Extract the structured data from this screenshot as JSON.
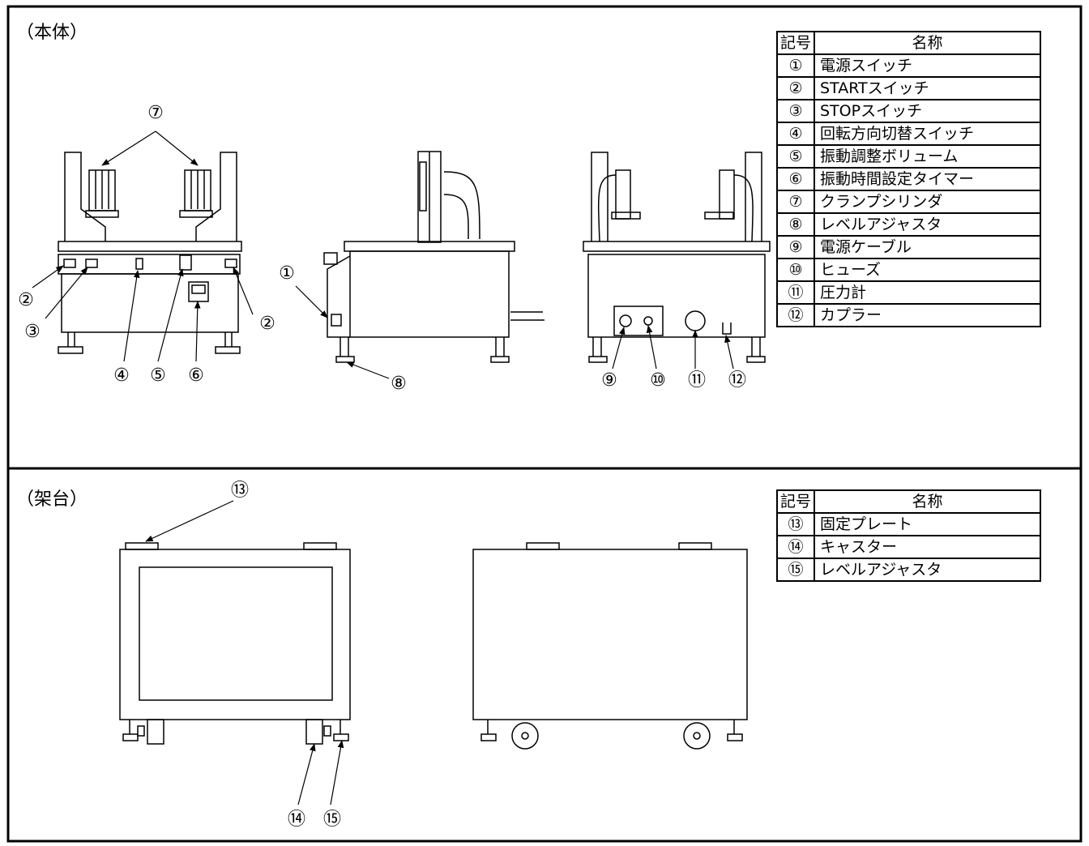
{
  "sections": {
    "main_unit_title": "（本体）",
    "stand_title": "（架台）"
  },
  "table_headers": {
    "symbol": "記号",
    "name": "名称"
  },
  "main_parts": [
    {
      "symbol": "①",
      "name": "電源スイッチ"
    },
    {
      "symbol": "②",
      "name": "STARTスイッチ"
    },
    {
      "symbol": "③",
      "name": "STOPスイッチ"
    },
    {
      "symbol": "④",
      "name": "回転方向切替スイッチ"
    },
    {
      "symbol": "⑤",
      "name": "振動調整ボリューム"
    },
    {
      "symbol": "⑥",
      "name": "振動時間設定タイマー"
    },
    {
      "symbol": "⑦",
      "name": "クランプシリンダ"
    },
    {
      "symbol": "⑧",
      "name": "レベルアジャスタ"
    },
    {
      "symbol": "⑨",
      "name": "電源ケーブル"
    },
    {
      "symbol": "⑩",
      "name": "ヒューズ"
    },
    {
      "symbol": "⑪",
      "name": "圧力計"
    },
    {
      "symbol": "⑫",
      "name": "カプラー"
    }
  ],
  "stand_parts": [
    {
      "symbol": "⑬",
      "name": "固定プレート"
    },
    {
      "symbol": "⑭",
      "name": "キャスター"
    },
    {
      "symbol": "⑮",
      "name": "レベルアジャスタ"
    }
  ],
  "callouts": {
    "c1": "①",
    "c2a": "②",
    "c2b": "②",
    "c3": "③",
    "c4": "④",
    "c5": "⑤",
    "c6": "⑥",
    "c7": "⑦",
    "c8": "⑧",
    "c9": "⑨",
    "c10": "⑩",
    "c11": "⑪",
    "c12": "⑫",
    "c13": "⑬",
    "c14": "⑭",
    "c15": "⑮"
  }
}
